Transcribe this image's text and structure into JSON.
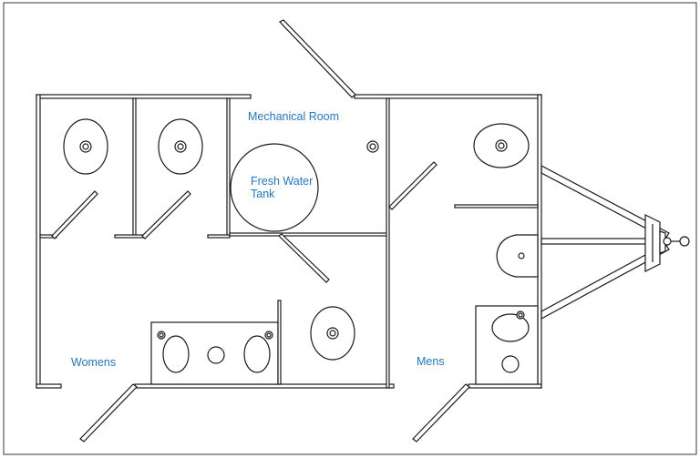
{
  "colors": {
    "label": "#1f77c9",
    "line": "#1a1a1a",
    "wall_fill": "#ffffff",
    "frame": "#3a3a3a"
  },
  "labels": {
    "mechanical_room": "Mechanical Room",
    "fresh_water_tank_line1": "Fresh Water",
    "fresh_water_tank_line2": "Tank",
    "womens": "Womens",
    "mens": "Mens"
  },
  "fixtures": {
    "toilet_icon": "toilet-oval-icon",
    "sink_icon": "sink-basin-icon",
    "urinal_icon": "urinal-icon",
    "door_icon": "door-swing-icon"
  }
}
